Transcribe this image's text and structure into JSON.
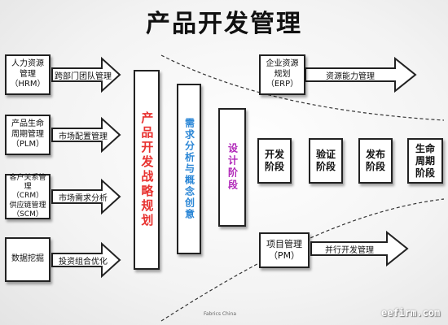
{
  "title": "产品开发管理",
  "left_items": [
    {
      "box_lines": [
        "人力资源",
        "管理",
        "（HRM）"
      ],
      "arrow_label": "跨部门团队管理"
    },
    {
      "box_lines": [
        "产品生命",
        "周期管理",
        "（PLM）"
      ],
      "arrow_label": "市场配置管理"
    },
    {
      "box_lines": [
        "客户关系管理",
        "（CRM）",
        "供应链管理",
        "（SCM）"
      ],
      "arrow_label": "市场需求分析"
    },
    {
      "box_lines": [
        "数据挖掘"
      ],
      "arrow_label": "投资组合优化"
    }
  ],
  "strategy": "产品开发战略规划",
  "demand": "需求分析与概念创意",
  "design": "设计阶段",
  "stages": [
    "开发阶段",
    "验证阶段",
    "发布阶段",
    "生命周期阶段"
  ],
  "erp": {
    "box_lines": [
      "企业资源",
      "规划",
      "（ERP）"
    ],
    "arrow_label": "资源能力管理"
  },
  "pm": {
    "box_lines": [
      "项目管理",
      "（PM）"
    ],
    "arrow_label": "并行开发管理"
  },
  "watermark": "Fabrics China",
  "site": "eefirm.com",
  "colors": {
    "strategy": "#e8312f",
    "demand": "#2a86d6",
    "design": "#b026b8",
    "line": "#222222"
  }
}
